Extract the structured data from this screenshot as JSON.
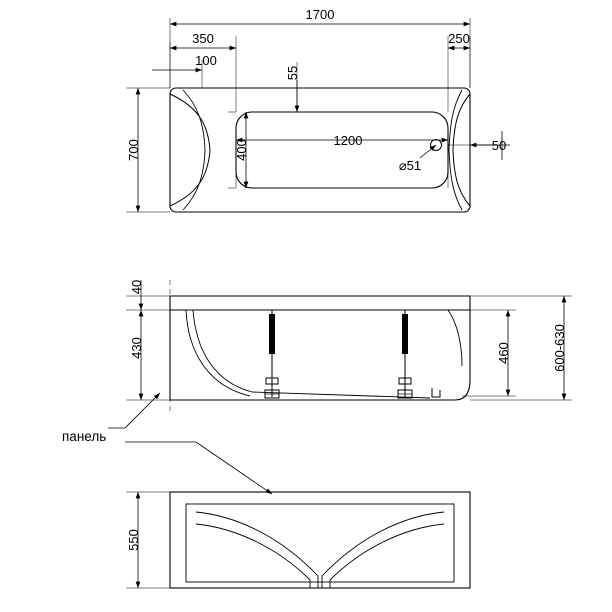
{
  "drawing": {
    "title": "bathtub-technical-drawing",
    "units": "mm",
    "views": [
      {
        "name": "top-view",
        "label": ""
      },
      {
        "name": "side-view",
        "label": ""
      },
      {
        "name": "panel-view",
        "label": ""
      }
    ],
    "annotations": {
      "panel_label": "панель"
    },
    "dimensions": {
      "top": {
        "overall_length": "1700",
        "offset_left": "350",
        "offset_left_inner": "100",
        "offset_right": "250",
        "overall_width": "700",
        "inner_width": "400",
        "inner_length": "1200",
        "top_gap": "55",
        "right_edge": "50",
        "drain_diameter": "⌀51"
      },
      "side": {
        "rim_thickness": "40",
        "body_height": "430",
        "inner_depth": "460",
        "total_height_range": "600-630"
      },
      "panel": {
        "height": "550"
      }
    }
  }
}
